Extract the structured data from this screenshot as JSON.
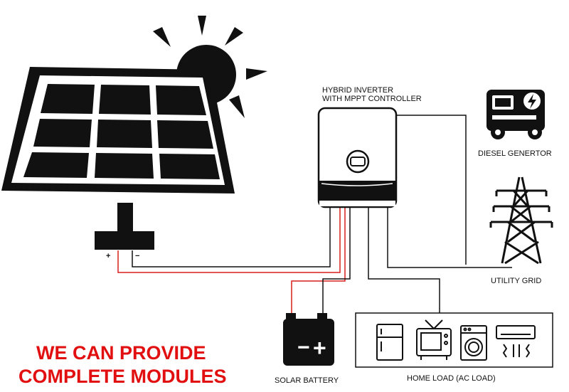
{
  "labels": {
    "inverter_line1": "HYBRID INVERTER",
    "inverter_line2": "WITH MPPT CONTROLLER",
    "generator": "DIESEL GENERTOR",
    "grid": "UTILITY GRID",
    "battery": "SOLAR BATTERY",
    "home_load": "HOME LOAD (AC LOAD)",
    "panel_plus": "+",
    "panel_minus": "−",
    "battery_minus": "−",
    "battery_plus": "+"
  },
  "promo": {
    "line1": "WE CAN PROVIDE",
    "line2": "COMPLETE MODULES"
  },
  "colors": {
    "positive_wire": "#d91e1e",
    "negative_wire": "#111111",
    "promo_text": "#e10f0f",
    "outline": "#111111"
  },
  "icons": [
    "sun-icon",
    "solar-panel-icon",
    "hybrid-inverter-icon",
    "diesel-generator-icon",
    "transmission-tower-icon",
    "battery-icon",
    "refrigerator-icon",
    "television-icon",
    "washing-machine-icon",
    "air-conditioner-icon"
  ]
}
